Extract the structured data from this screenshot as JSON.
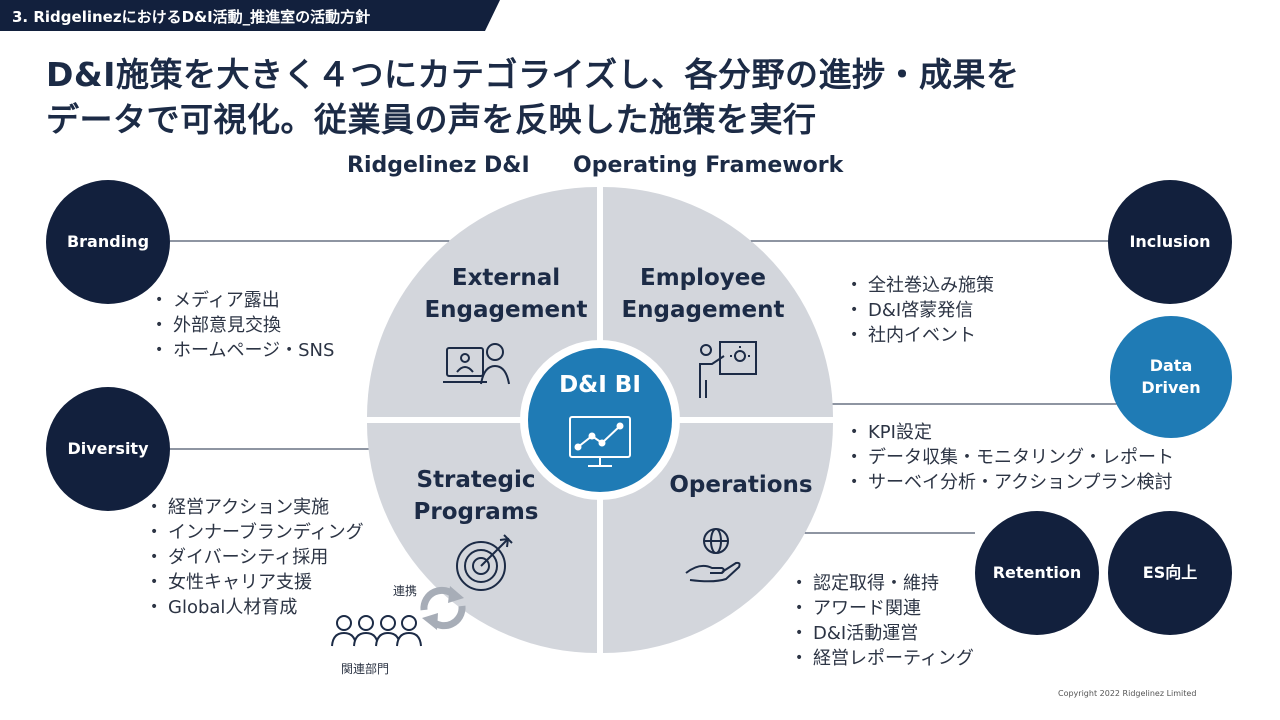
{
  "section_tab": "3. RidgelinezにおけるD&I活動_推進室の活動方針",
  "headline": {
    "line1": "D&I施策を大きく４つにカテゴライズし、各分野の進捗・成果を",
    "line2": "データで可視化。従業員の声を反映した施策を実行"
  },
  "framework": {
    "title_left": "Ridgelinez D&I",
    "title_right": "Operating Framework",
    "center": "D&I BI",
    "quadrants": {
      "external": [
        "External",
        "Engagement"
      ],
      "employee": [
        "Employee",
        "Engagement"
      ],
      "strategic": [
        "Strategic",
        "Programs"
      ],
      "operations": "Operations"
    },
    "collab_label": "連携",
    "dept_label": "関連部門"
  },
  "badges": {
    "branding": "Branding",
    "diversity": "Diversity",
    "inclusion": "Inclusion",
    "data_driven": [
      "Data",
      "Driven"
    ],
    "retention": "Retention",
    "es": "ES向上"
  },
  "bullets": {
    "branding": [
      "メディア露出",
      "外部意見交換",
      "ホームページ・SNS"
    ],
    "diversity": [
      "経営アクション実施",
      "インナーブランディング",
      "ダイバーシティ採用",
      "女性キャリア支援",
      "Global人材育成"
    ],
    "inclusion": [
      "全社巻込み施策",
      "D&I啓蒙発信",
      "社内イベント"
    ],
    "data_driven": [
      "KPI設定",
      "データ収集・モニタリング・レポート",
      "サーベイ分析・アクションプラン検討"
    ],
    "retention": [
      "認定取得・維持",
      "アワード関連",
      "D&I活動運営",
      "経営レポーティング"
    ]
  },
  "copyright": "Copyright  2022 Ridgelinez  Limited",
  "colors": {
    "navy": "#12203d",
    "blue": "#1f7bb5",
    "gray": "#d3d6dc"
  }
}
